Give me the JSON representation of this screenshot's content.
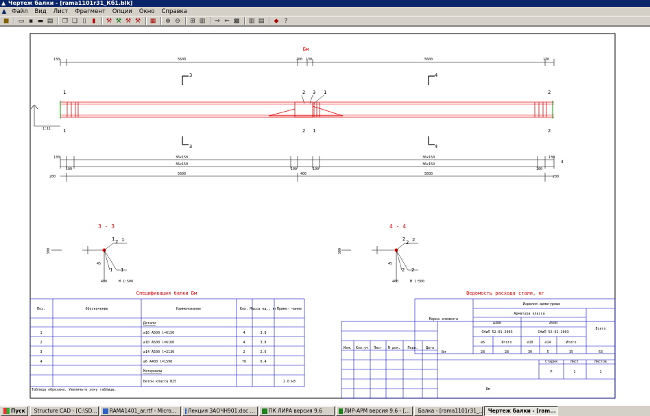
{
  "window": {
    "title": "Чертеж балки - [rama1101r31_Кб1.blk]"
  },
  "menu": [
    "Файл",
    "Вид",
    "Лист",
    "Фрагмент",
    "Опции",
    "Окно",
    "Справка"
  ],
  "toolbar_icons": [
    "exit-icon",
    "open-icon",
    "save-icon",
    "print-icon",
    "print-preview-icon",
    "copy-icon",
    "paste-icon",
    "cut-icon",
    "delete-icon",
    "hammer1-icon",
    "hammer2-icon",
    "hammer3-icon",
    "hammer4-icon",
    "properties-icon",
    "zoom-in-icon",
    "zoom-out-icon",
    "fit-icon",
    "table-icon",
    "arrow-right-icon",
    "arrow-left-icon",
    "grid-icon",
    "columns-icon",
    "rows-icon",
    "book-icon",
    "help-icon"
  ],
  "drawing": {
    "beam_label": "Бм",
    "dims_top": [
      "130",
      "5600",
      "200",
      "130",
      "5600",
      "130"
    ],
    "dims_bottom": [
      "130",
      "100",
      "36x150",
      "100",
      "100",
      "36x150",
      "100",
      "130"
    ],
    "dims_bottom2": [
      "200",
      "5600",
      "400",
      "5600",
      "200"
    ],
    "section_marks": [
      "3",
      "4"
    ],
    "node_marks": [
      "1",
      "2",
      "3"
    ],
    "scale_side": "1:11",
    "section_3": {
      "title": "3 - 3",
      "marks": [
        "1",
        "2",
        "1",
        "1"
      ],
      "dim_side": "300",
      "dim_w": "400",
      "dim_d": "45",
      "scale": "М 1:500"
    },
    "section_4": {
      "title": "4 - 4",
      "marks": [
        "2",
        "2",
        "2",
        "2"
      ],
      "dim_side": "300",
      "dim_w": "400",
      "dim_d": "45",
      "scale": "М 1:500"
    }
  },
  "spec": {
    "title": "Спецификация балки Бм",
    "headers": [
      "Поз.",
      "Обозначение",
      "Наименование",
      "Кол.",
      "Масса ед., кг",
      "Приме- чание"
    ],
    "section_details": "Детали",
    "rows": [
      {
        "pos": "1",
        "name": "⌀10 А500 l=6150",
        "qty": "4",
        "mass": "3.8"
      },
      {
        "pos": "2",
        "name": "⌀10 А500 l=6160",
        "qty": "4",
        "mass": "3.8"
      },
      {
        "pos": "3",
        "name": "⌀14 А500 l=2130",
        "qty": "2",
        "mass": "2.6"
      },
      {
        "pos": "4",
        "name": "⌀6 А400 l=1590",
        "qty": "70",
        "mass": "0.4"
      }
    ],
    "section_materials": "Материалы",
    "concrete": "Бетон класса В25",
    "concrete_note": "2.0 м3",
    "footer": "Таблица обрезана. Увеличьте зону таблицы."
  },
  "steel": {
    "title": "Ведомость расхода стали, кг",
    "h_product": "Изделия арматурные",
    "h_rebar": "Арматура класса",
    "h_a400": "А400",
    "h_a500": "А500",
    "h_total": "Всего",
    "h_mark": "Марка элемента",
    "h_gost1": "СНиП 52-01-2003",
    "h_gost2": "СНиП 52-01-2003",
    "h_d6": "⌀6",
    "h_itogo1": "Итого",
    "h_d10": "⌀10",
    "h_d14": "⌀14",
    "h_itogo2": "Итого",
    "row_mark": "Бм",
    "row_vals": [
      "28",
      "28",
      "30",
      "5",
      "35",
      "63"
    ]
  },
  "stamp": {
    "cols": [
      "Изм.",
      "Кол.уч",
      "Лист",
      "N док.",
      "Подп.",
      "Дата"
    ],
    "titles": [
      "Стадия",
      "Лист",
      "Листов"
    ],
    "vals": [
      "Р",
      "1",
      "1"
    ],
    "name": "Бм"
  },
  "taskbar": {
    "start": "Пуск",
    "items": [
      "Structure CAD - [C:\\SD...",
      "RAMA1401_ar.rtf - Micro...",
      "Лекция ЗАОЧН901.doc ...",
      "ПК ЛИРА  версия 9.6",
      "ЛИР-АРМ версия 9.6 - [...",
      "Балка - [rama1101r31_...",
      "Чертеж балки - [ram..."
    ]
  }
}
